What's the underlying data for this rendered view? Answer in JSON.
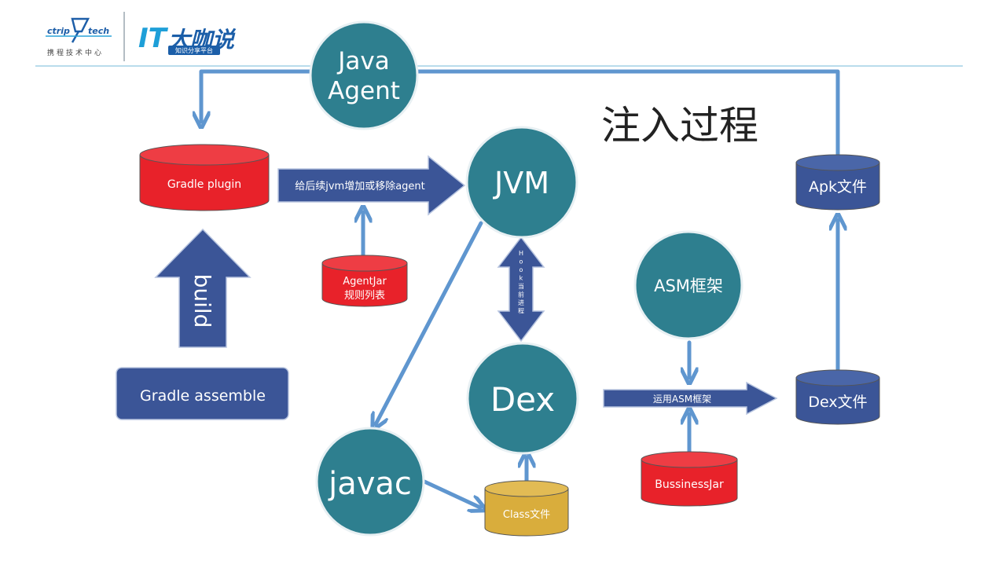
{
  "header": {
    "logo_ctrip": "ctrip",
    "logo_tech": "tech",
    "logo_caption": "携程技术中心",
    "brand_it": "IT",
    "brand_name": "大咖说",
    "brand_tagline": "知识分享平台"
  },
  "title": "注入过程",
  "nodes": {
    "java_agent": {
      "line1": "Java",
      "line2": "Agent"
    },
    "jvm": "JVM",
    "dex": "Dex",
    "javac": "javac",
    "asm": "ASM框架",
    "gradle_plugin": "Gradle plugin",
    "agent_jar": {
      "line1": "AgentJar",
      "line2": "规则列表"
    },
    "class_file": "Class文件",
    "bussiness_jar": "BussinessJar",
    "apk_file": "Apk文件",
    "dex_file": "Dex文件",
    "gradle_assemble": "Gradle assemble"
  },
  "arrows": {
    "agent_arrow": "给后续jvm增加或移除agent",
    "build": "build",
    "hook": "Hook当前进程",
    "asm_arrow": "运用ASM框架"
  },
  "colors": {
    "teal": "#2e7f8f",
    "navy": "#3b5597",
    "red": "#e8222a",
    "gold": "#d9ad3c",
    "line": "#5f96cf"
  }
}
